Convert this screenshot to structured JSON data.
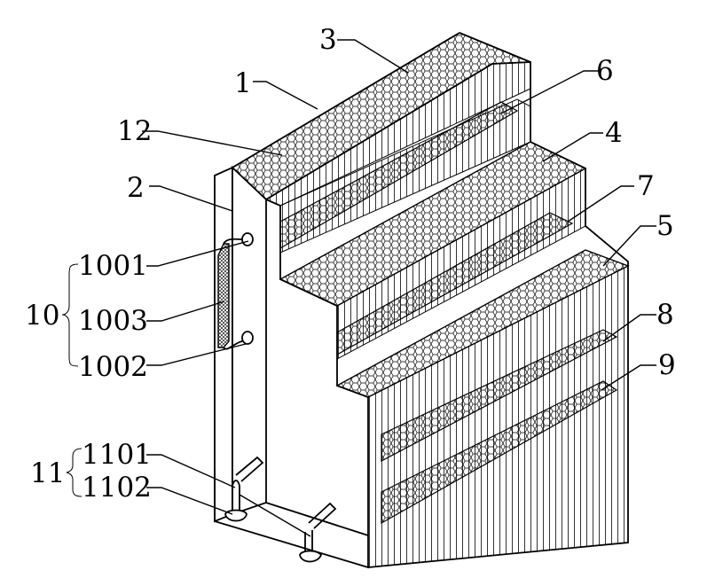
{
  "labels": {
    "l1": "1",
    "l2": "2",
    "l3": "3",
    "l4": "4",
    "l5": "5",
    "l6": "6",
    "l7": "7",
    "l8": "8",
    "l9": "9",
    "l10": "10",
    "l11": "11",
    "l12": "12",
    "l1001": "1001",
    "l1002": "1002",
    "l1003": "1003",
    "l1101": "1101",
    "l1102": "1102"
  }
}
